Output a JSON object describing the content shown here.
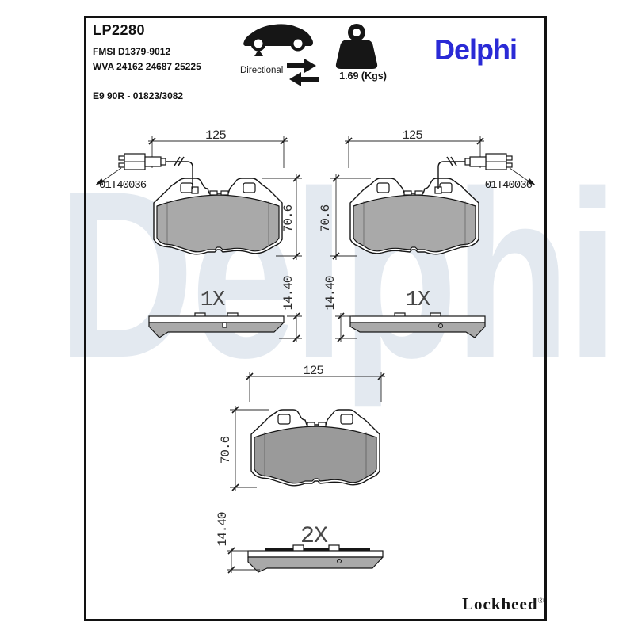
{
  "watermark": "Delphi",
  "header": {
    "part_number": "LP2280",
    "fmsi": "FMSI D1379-9012",
    "wva": "WVA 24162 24687 25225",
    "approval": "E9 90R - 01823/3082",
    "directional_label": "Directional",
    "weight_label": "1.69 (Kgs)",
    "brand_logo": "Delphi"
  },
  "dims": {
    "width": "125",
    "height": "70.6",
    "thickness": "14.40"
  },
  "labels": {
    "sensor_ref": "01T40036",
    "qty_one": "1X",
    "qty_two": "2X"
  },
  "footer": {
    "brand": "Lockheed",
    "reg": "®"
  },
  "colors": {
    "brand_blue": "#2a2ad6",
    "watermark_blue": "#e3e9f0",
    "pad_friction_gray": "#a9a9a9",
    "pad_friction_gray_dark": "#9a9a9a"
  }
}
